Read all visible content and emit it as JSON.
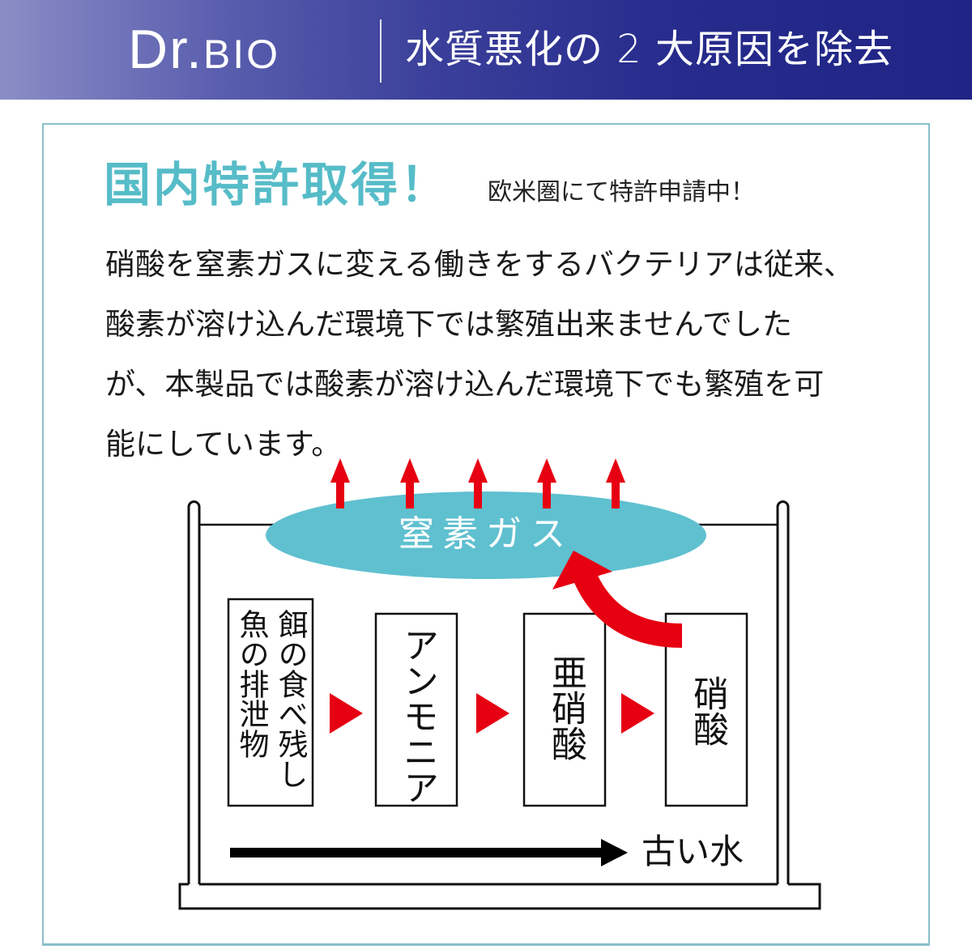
{
  "header": {
    "brand_primary": "Dr.",
    "brand_secondary": "BIO",
    "tagline": "水質悪化の 2 大原因を除去",
    "gradient_colors": [
      "#8b8dc6",
      "#1f2485"
    ]
  },
  "patent": {
    "headline": "国内特許取得！",
    "subline": "欧米圏にて特許申請中！",
    "headline_color": "#56bcc8"
  },
  "description": {
    "lines": [
      "硝酸を窒素ガスに変える働きをするバクテリアは従来、",
      "酸素が溶け込んだ環境下では繁殖出来ませんでした",
      "が、本製品では酸素が溶け込んだ環境下でも繁殖を可",
      "能にしています。"
    ]
  },
  "diagram": {
    "gas_label": "窒素ガス",
    "gas_color": "#5fc0d0",
    "arrow_color": "#e60012",
    "up_arrow_count": 5,
    "stages": [
      {
        "label_col1": "餌の食べ残し",
        "label_col2": "魚の排泄物"
      },
      {
        "label": "アンモニア"
      },
      {
        "label": "亜硝酸"
      },
      {
        "label": "硝酸"
      }
    ],
    "timeline_label": "古い水"
  }
}
